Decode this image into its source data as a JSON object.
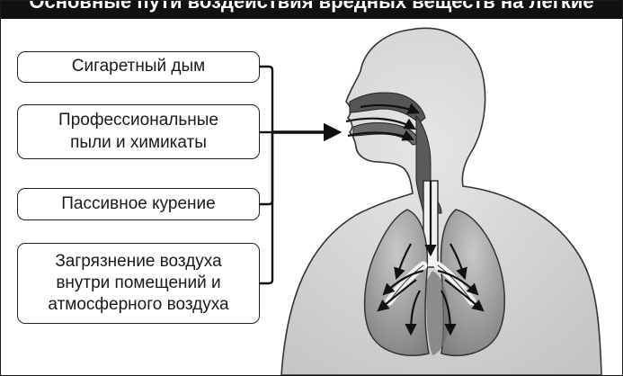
{
  "header": {
    "title": "Основные пути воздействия вредных веществ на лёгкие"
  },
  "sources": [
    {
      "label": "Сигаретный дым"
    },
    {
      "label": "Профессиональные\nпыли и химикаты"
    },
    {
      "label": "Пассивное курение"
    },
    {
      "label": "Загрязнение воздуха\nвнутри помещений и\nатмосферного воздуха"
    }
  ],
  "colors": {
    "frame": "#1a1a1a",
    "header_bg": "#111111",
    "body_fill": "#d4d4d4",
    "airway": "#5a5a5a",
    "lung": "#9a9a9a"
  },
  "icons": [
    "human-body-silhouette",
    "respiratory-tract",
    "lungs",
    "inhalation-arrow"
  ]
}
